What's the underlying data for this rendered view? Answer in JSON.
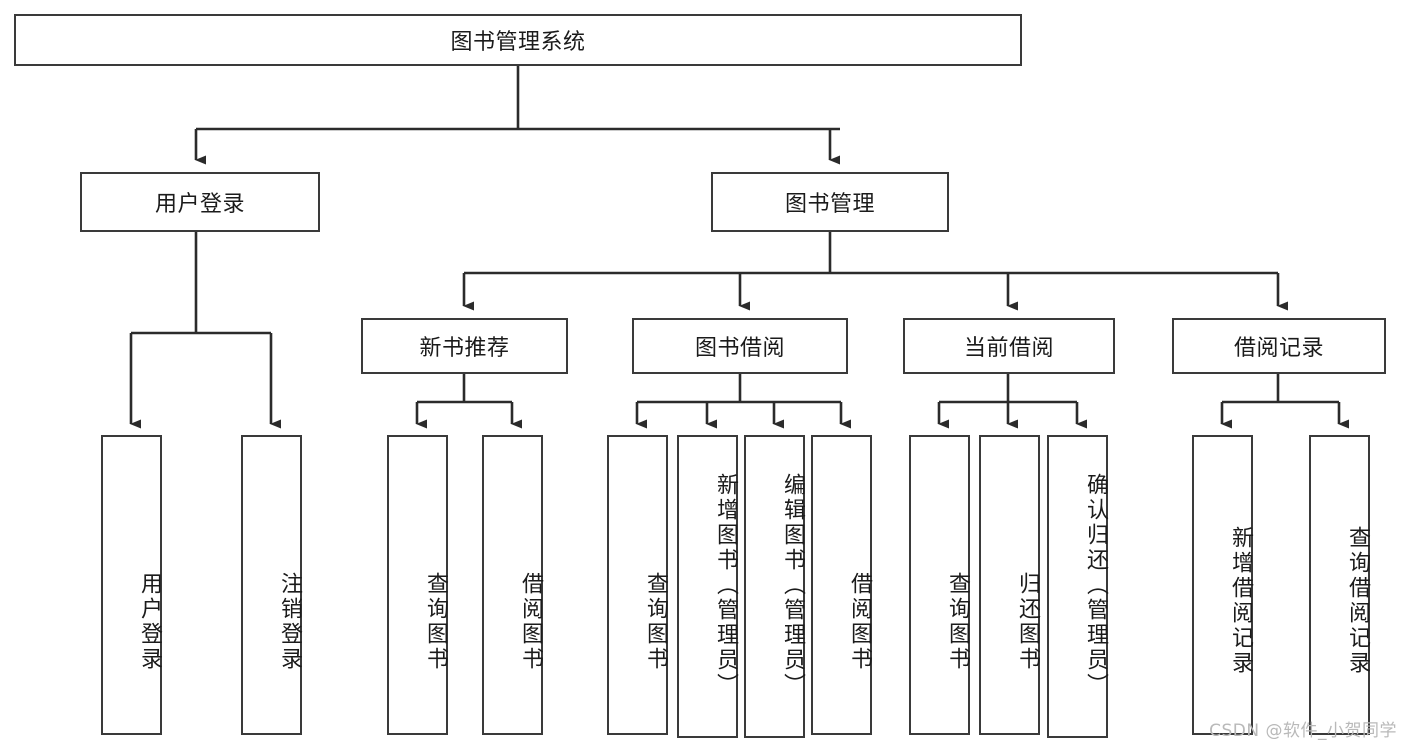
{
  "diagram": {
    "title": "图书管理系统",
    "type": "tree-hierarchy",
    "watermark": "CSDN @软件_小贺同学",
    "colors": {
      "box_border": "#3a3a3a",
      "box_fill": "#ffffff",
      "connector": "#2b2b2b",
      "text": "#1b1b1b",
      "watermark": "#b9b9b9"
    },
    "levels": {
      "root": {
        "label": "图书管理系统"
      },
      "level2": [
        {
          "id": "user-login",
          "label": "用户登录"
        },
        {
          "id": "book-management",
          "label": "图书管理"
        }
      ],
      "level3": [
        {
          "id": "new-book-recommend",
          "label": "新书推荐",
          "parent": "book-management"
        },
        {
          "id": "book-borrow",
          "label": "图书借阅",
          "parent": "book-management"
        },
        {
          "id": "current-borrow",
          "label": "当前借阅",
          "parent": "book-management"
        },
        {
          "id": "borrow-record",
          "label": "借阅记录",
          "parent": "book-management"
        }
      ],
      "leaves": [
        {
          "id": "leaf-user-login",
          "label": "用户登录",
          "parent": "user-login"
        },
        {
          "id": "leaf-logout-login",
          "label": "注销登录",
          "parent": "user-login"
        },
        {
          "id": "leaf-query-book-1",
          "label": "查询图书",
          "parent": "new-book-recommend"
        },
        {
          "id": "leaf-borrow-book-1",
          "label": "借阅图书",
          "parent": "new-book-recommend"
        },
        {
          "id": "leaf-query-book-2",
          "label": "查询图书",
          "parent": "book-borrow"
        },
        {
          "id": "leaf-add-book",
          "label": "新增图书（管理员）",
          "parent": "book-borrow"
        },
        {
          "id": "leaf-edit-book",
          "label": "编辑图书（管理员）",
          "parent": "book-borrow"
        },
        {
          "id": "leaf-borrow-book-2",
          "label": "借阅图书",
          "parent": "book-borrow"
        },
        {
          "id": "leaf-query-book-3",
          "label": "查询图书",
          "parent": "current-borrow"
        },
        {
          "id": "leaf-return-book",
          "label": "归还图书",
          "parent": "current-borrow"
        },
        {
          "id": "leaf-confirm-return",
          "label": "确认归还（管理员）",
          "parent": "current-borrow"
        },
        {
          "id": "leaf-add-record",
          "label": "新增借阅记录",
          "parent": "borrow-record"
        },
        {
          "id": "leaf-query-record",
          "label": "查询借阅记录",
          "parent": "borrow-record"
        }
      ]
    }
  }
}
